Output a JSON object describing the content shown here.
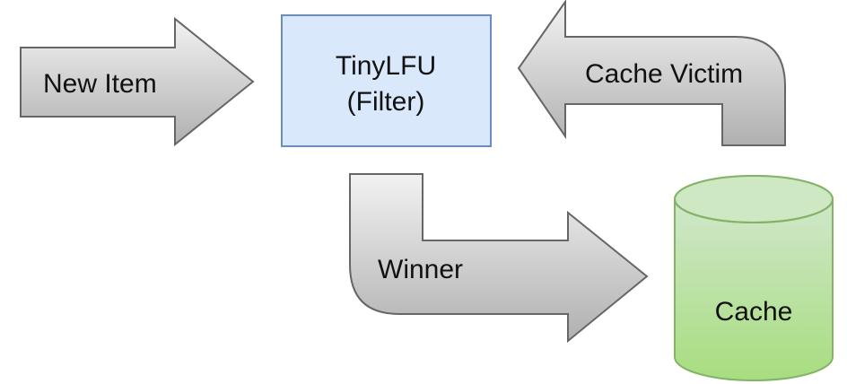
{
  "diagram": {
    "nodes": {
      "filter": {
        "line1": "TinyLFU",
        "line2": "(Filter)"
      },
      "cache": {
        "label": "Cache"
      }
    },
    "arrows": {
      "new_item": {
        "label": "New Item"
      },
      "cache_victim": {
        "label": "Cache Victim"
      },
      "winner": {
        "label": "Winner"
      }
    },
    "edges": [
      {
        "from": "new_item",
        "to": "filter"
      },
      {
        "from": "cache",
        "to": "filter",
        "label": "Cache Victim"
      },
      {
        "from": "filter",
        "to": "cache",
        "label": "Winner"
      }
    ],
    "colors": {
      "filter_fill": "#dae8fc",
      "filter_stroke": "#6c8ebf",
      "cache_fill": "#a8dd80",
      "cache_stroke": "#82b366",
      "arrow_fill_light": "#f2f2f2",
      "arrow_fill_dark": "#b0b0b0",
      "arrow_stroke": "#666666"
    }
  }
}
